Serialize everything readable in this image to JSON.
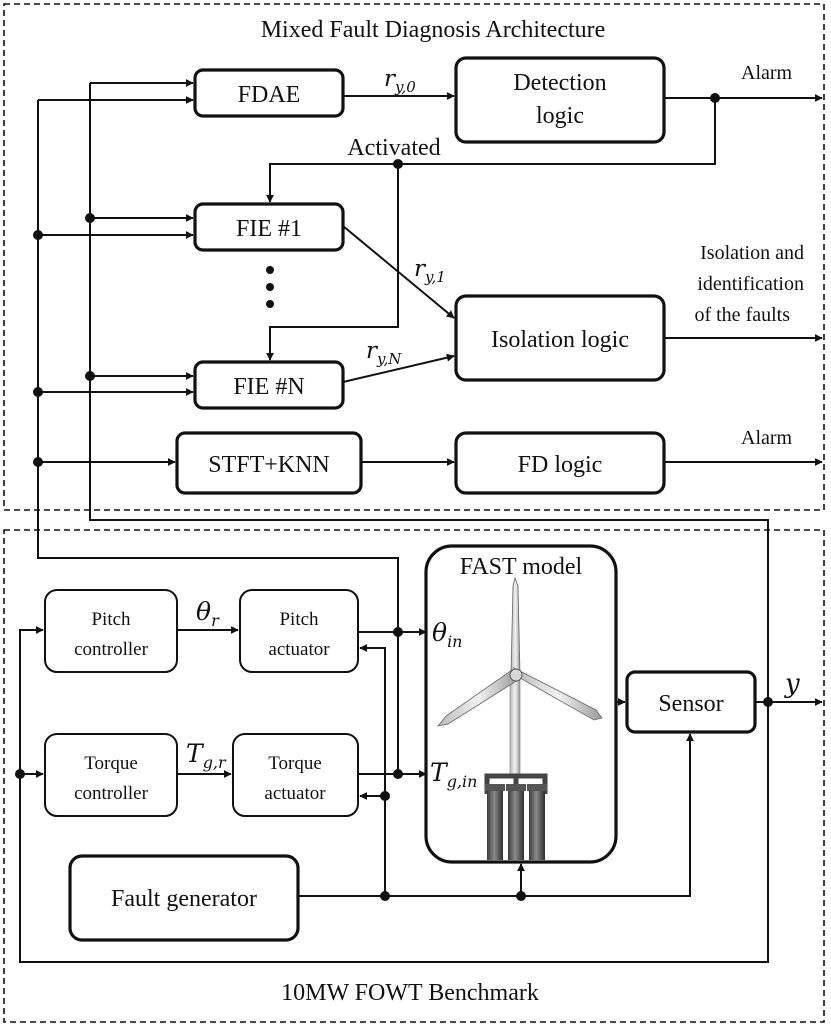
{
  "regions": {
    "top_title": "Mixed Fault Diagnosis Architecture",
    "bottom_title": "10MW FOWT Benchmark"
  },
  "blocks": {
    "fdae": "FDAE",
    "detection_logic": [
      "Detection",
      "logic"
    ],
    "fie1": "FIE #1",
    "fien": "FIE #N",
    "isolation_logic": "Isolation logic",
    "stft_knn": "STFT+KNN",
    "fd_logic": "FD logic",
    "pitch_controller": [
      "Pitch",
      "controller"
    ],
    "pitch_actuator": [
      "Pitch",
      "actuator"
    ],
    "torque_controller": [
      "Torque",
      "controller"
    ],
    "torque_actuator": [
      "Torque",
      "actuator"
    ],
    "fast_model": "FAST model",
    "sensor": "Sensor",
    "fault_generator": "Fault generator"
  },
  "labels": {
    "alarm_top": "Alarm",
    "alarm_bottom": "Alarm",
    "activated": "Activated",
    "isolation_output": [
      "Isolation and",
      "identification",
      "of the faults"
    ]
  },
  "signals": {
    "r_y0": {
      "base": "r",
      "sub": "y,0"
    },
    "r_y1": {
      "base": "r",
      "sub": "y,1"
    },
    "r_yN": {
      "base": "r",
      "sub": "y,N"
    },
    "theta_r": {
      "base": "θ",
      "sub": "r"
    },
    "theta_in": {
      "base": "θ",
      "sub": "in"
    },
    "T_gr": {
      "base": "T",
      "sub": "g,r"
    },
    "T_gin": {
      "base": "T",
      "sub": "g,in"
    },
    "y": "y"
  },
  "icons": {
    "turbine": "floating-wind-turbine-icon"
  }
}
